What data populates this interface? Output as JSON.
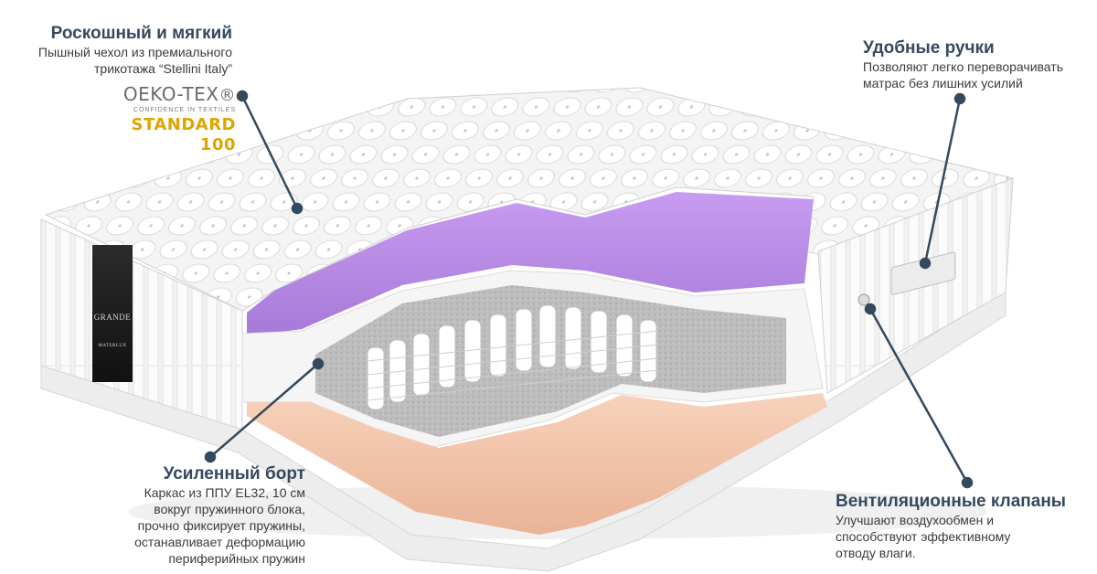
{
  "callouts": {
    "luxury": {
      "title": "Роскошный и мягкий",
      "desc_line1": "Пышный чехол из премиального",
      "desc_line2": "трикотажа “Stellini Italy”"
    },
    "handles": {
      "title": "Удобные ручки",
      "desc_line1": "Позволяют легко переворачивать",
      "desc_line2": "матрас без лишних усилий"
    },
    "border": {
      "title": "Усиленный борт",
      "desc_line1": "Каркас из ППУ EL32, 10 см",
      "desc_line2": "вокруг пружинного блока,",
      "desc_line3": "прочно фиксирует пружины,",
      "desc_line4": "останавливает деформацию",
      "desc_line5": "периферийных пружин"
    },
    "vents": {
      "title": "Вентиляционные клапаны",
      "desc_line1": "Улучшают воздухообмен и",
      "desc_line2": "способствуют эффективному",
      "desc_line3": "отводу влаги."
    }
  },
  "oeko_tex": {
    "brand": "OEKO-TEX",
    "reg": "®",
    "subtitle": "CONFIDENCE IN TEXTILES",
    "standard": "STANDARD 100"
  },
  "mattress_label": {
    "brand": "GRANDE",
    "model": "MATERLUX"
  },
  "colors": {
    "title": "#34495e",
    "leader": "#34495e",
    "oeko_standard": "#e0a400",
    "memory_foam": "#b98be0",
    "base_foam": "#f2c4a8",
    "felt": "#b9b9b9"
  }
}
